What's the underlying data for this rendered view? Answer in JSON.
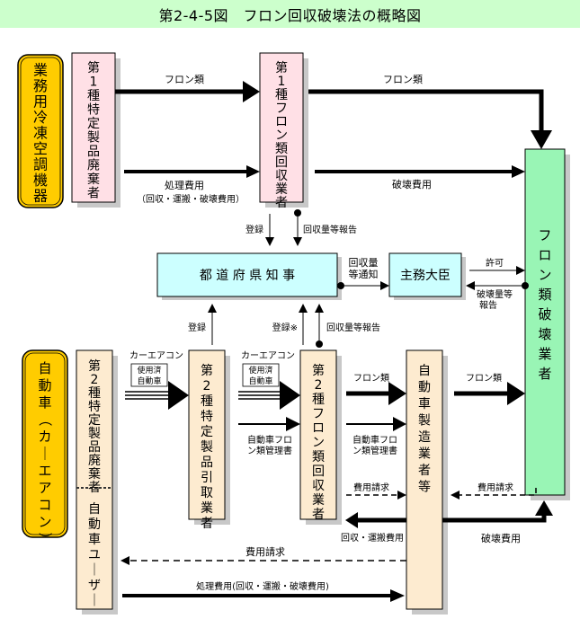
{
  "title": "第2-4-5図　フロン回収破壊法の概略図",
  "colors": {
    "title_bg": "#ccffcc",
    "source_box": "#ffcc00",
    "type1_box": "#ffe0e6",
    "type2_box": "#fdebd0",
    "gov_box": "#ccffff",
    "destroyer_box": "#99f5b5",
    "shadow": "#c8c8c8"
  },
  "nodes": {
    "commercial_source": "業務用冷凍空調機器",
    "type1_disposer": "第1種特定製品廃棄者",
    "type1_collector": "第1種フロン類回収業者",
    "governor": "都 道 府 県 知 事",
    "minister": "主務大臣",
    "destroyer": "フロン類破壊業者",
    "auto_source": "自動車（カーエアコン）",
    "type2_disposer": "第2種特定製品廃棄者",
    "auto_user": "自動車ユーザー",
    "type2_receiver": "第2種特定製品引取業者",
    "type2_collector": "第2種フロン類回収業者",
    "auto_maker": "自動車製造業者等"
  },
  "labels": {
    "fluorocarbons": "フロン類",
    "processing_fee": "処理費用",
    "processing_fee_detail": "（回収・運搬・破壊費用）",
    "destruction_fee": "破壊費用",
    "registration": "登録",
    "registration_note": "登録※",
    "collection_report": "回収量等報告",
    "collection_notice_1": "回収量",
    "collection_notice_2": "等通知",
    "permission": "許可",
    "destruction_report_1": "破壊量等",
    "destruction_report_2": "報告",
    "car_aircon": "カーエアコン",
    "used_car_1": "使用済",
    "used_car_2": "自動車",
    "auto_doc_1": "自動車フロ",
    "auto_doc_2": "ン類管理書",
    "fee_request": "費用請求",
    "collect_transport_fee": "回収・運搬費用",
    "user_processing_fee": "処理費用(回収・運搬・破壊費用)"
  }
}
